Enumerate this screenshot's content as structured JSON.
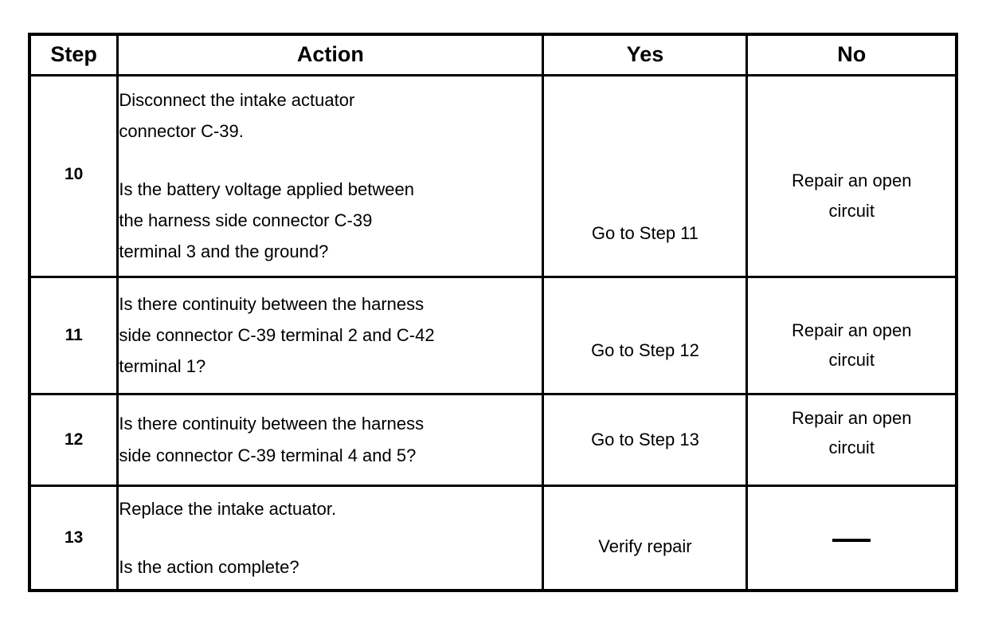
{
  "table": {
    "headers": {
      "step": "Step",
      "action": "Action",
      "yes": "Yes",
      "no": "No"
    },
    "rows": [
      {
        "step": "10",
        "action_paragraphs": [
          "Disconnect the intake actuator connector C-39.",
          "Is the battery voltage applied between the harness side connector C-39 terminal 3 and the ground?"
        ],
        "action_lines": [
          "Disconnect the intake actuator",
          "connector C-39.",
          "Is the battery voltage applied between",
          "the harness side connector C-39",
          "terminal 3 and the ground?"
        ],
        "yes": "Go to Step 11",
        "no": "Repair an open circuit",
        "no_lines": [
          "Repair an open",
          "circuit"
        ]
      },
      {
        "step": "11",
        "action_paragraphs": [
          "Is there continuity between the harness side connector C-39 terminal 2 and C-42 terminal 1?"
        ],
        "action_lines": [
          "Is there continuity between the harness",
          "side connector C-39 terminal 2 and C-42",
          "terminal 1?"
        ],
        "yes": "Go to Step 12",
        "no": "Repair an open circuit",
        "no_lines": [
          "Repair an open",
          "circuit"
        ]
      },
      {
        "step": "12",
        "action_paragraphs": [
          "Is there continuity between the harness side connector C-39 terminal 4 and 5?"
        ],
        "action_lines": [
          "Is there continuity between the harness",
          "side connector C-39 terminal 4 and 5?"
        ],
        "yes": "Go to Step 13",
        "no": "Repair an open circuit",
        "no_lines": [
          "Repair an open",
          "circuit"
        ]
      },
      {
        "step": "13",
        "action_paragraphs": [
          "Replace the intake actuator.",
          "Is the action complete?"
        ],
        "action_lines": [
          "Replace the intake actuator.",
          "Is the action complete?"
        ],
        "yes": "Verify repair",
        "no": "—",
        "no_lines": [
          "—"
        ]
      }
    ]
  },
  "colors": {
    "ink": "#000000",
    "paper": "#ffffff"
  }
}
